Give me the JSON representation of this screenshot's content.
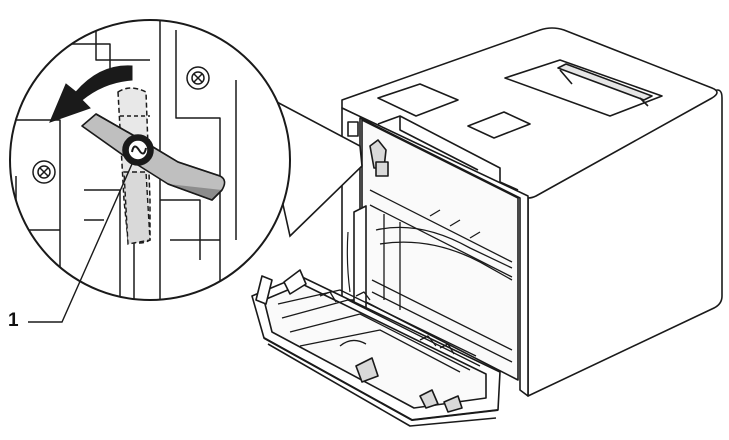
{
  "callout": {
    "number": "1"
  },
  "colors": {
    "line": "#1a1a1a",
    "shade_light": "#d9d9d9",
    "shade_mid": "#bfbfbf",
    "shade_dark": "#8c8c8c",
    "background": "#ffffff"
  },
  "illustration": {
    "subject": "printer-with-open-front-cover",
    "detail_view": "drum-unit-lock-lever-magnified",
    "arrow_direction": "counter-clockwise"
  }
}
